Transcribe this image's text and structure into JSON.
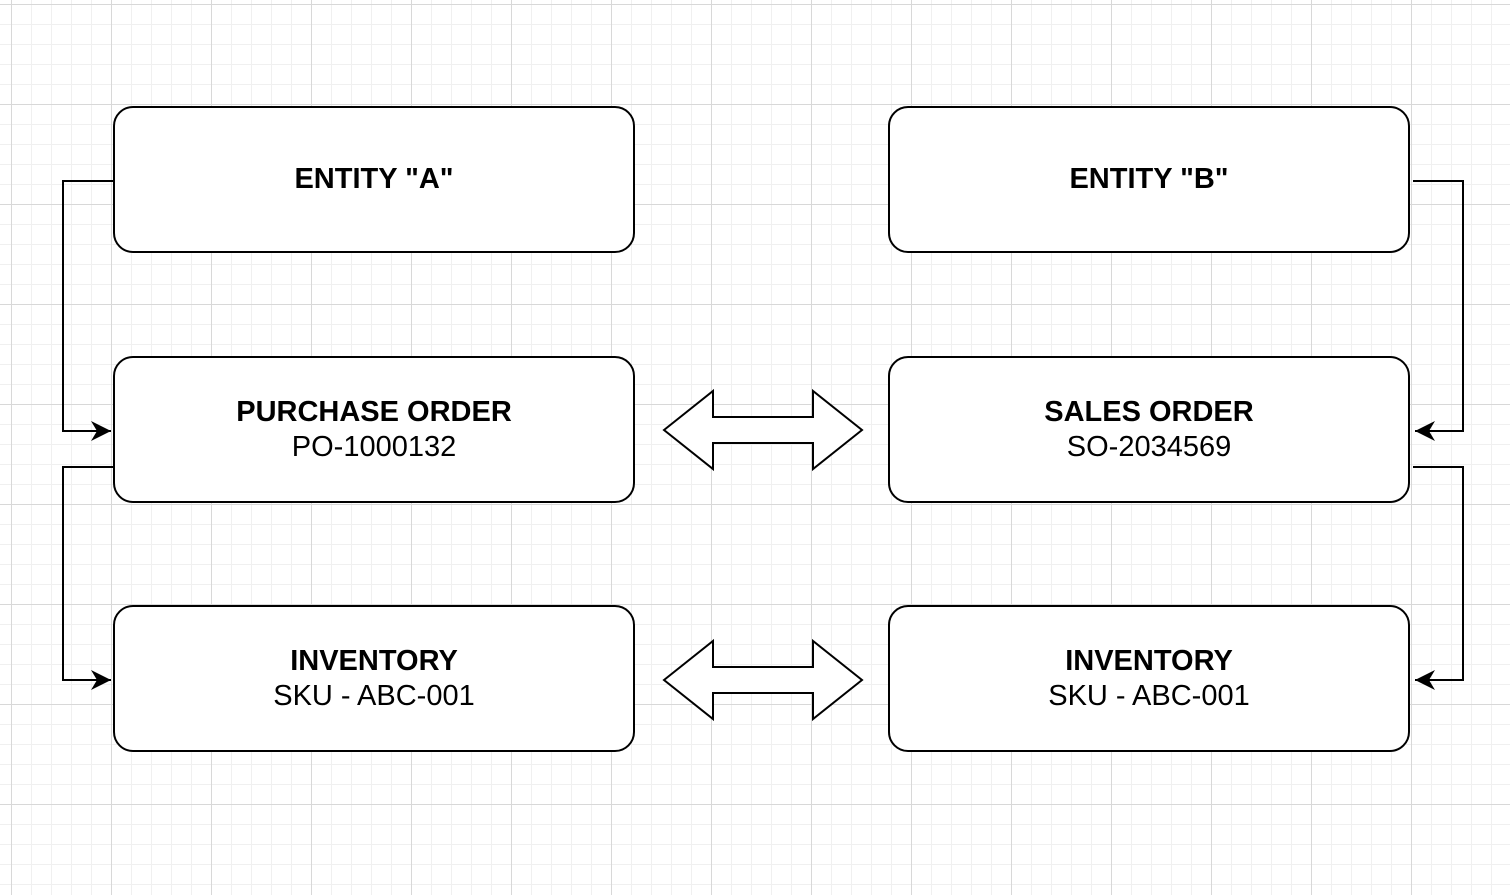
{
  "diagram": {
    "entity_a": {
      "title": "ENTITY \"A\""
    },
    "entity_b": {
      "title": "ENTITY \"B\""
    },
    "purchase_order": {
      "title": "PURCHASE ORDER",
      "number": "PO-1000132"
    },
    "sales_order": {
      "title": "SALES ORDER",
      "number": "SO-2034569"
    },
    "inventory_a": {
      "title": "INVENTORY",
      "sku": "SKU - ABC-001"
    },
    "inventory_b": {
      "title": "INVENTORY",
      "sku": "SKU - ABC-001"
    }
  },
  "colors": {
    "stroke": "#000000",
    "box_fill": "#ffffff",
    "grid_major": "#d8d8d8",
    "grid_minor": "#f0f0f0"
  }
}
